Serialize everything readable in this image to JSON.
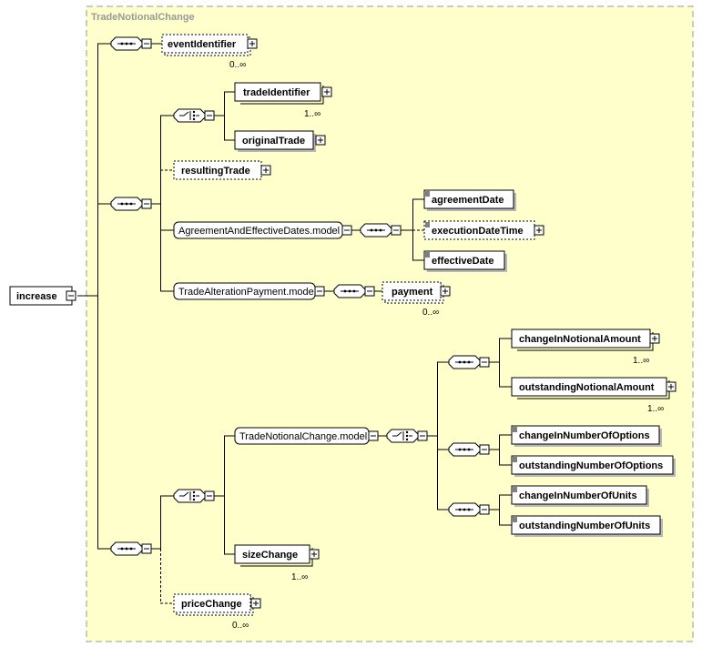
{
  "colors": {
    "background": "#ffffff",
    "type_box_fill": "#ffffcc",
    "type_box_border": "#999999",
    "title": "#999999",
    "line": "#000000",
    "node_fill": "#ffffff",
    "shadow": "#b8b8b8"
  },
  "diagram": {
    "type_name": "TradeNotionalChange",
    "root": "increase",
    "elements": {
      "event_identifier": "eventIdentifier",
      "trade_identifier": "tradeIdentifier",
      "original_trade": "originalTrade",
      "resulting_trade": "resultingTrade",
      "agreement_date": "agreementDate",
      "execution_date_time": "executionDateTime",
      "effective_date": "effectiveDate",
      "payment": "payment",
      "change_in_notional_amount": "changeInNotionalAmount",
      "outstanding_notional_amount": "outstandingNotionalAmount",
      "change_in_number_of_options": "changeInNumberOfOptions",
      "outstanding_number_of_options": "outstandingNumberOfOptions",
      "change_in_number_of_units": "changeInNumberOfUnits",
      "outstanding_number_of_units": "outstandingNumberOfUnits",
      "size_change": "sizeChange",
      "price_change": "priceChange"
    },
    "groups": {
      "agreement_and_effective_dates": "AgreementAndEffectiveDates.model",
      "trade_alteration_payment": "TradeAlterationPayment.model",
      "trade_notional_change": "TradeNotionalChange.model"
    },
    "cardinalities": {
      "event_identifier": "0..∞",
      "trade_identifier": "1..∞",
      "payment": "0..∞",
      "change_in_notional_amount": "1..∞",
      "outstanding_notional_amount": "1..∞",
      "size_change": "1..∞",
      "price_change": "0..∞"
    }
  }
}
